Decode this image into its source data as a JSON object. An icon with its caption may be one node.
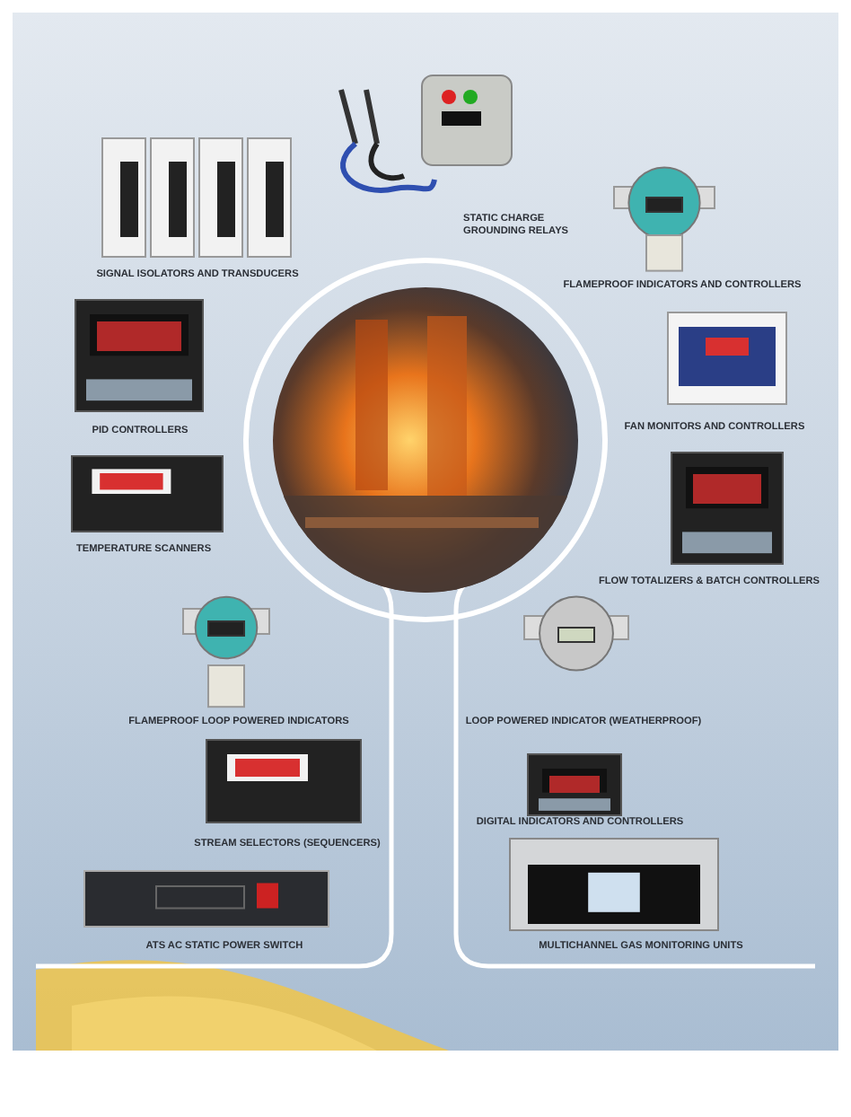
{
  "diagram": {
    "labels": [
      "STATIC CHARGE GROUNDING RELAYS",
      "SIGNAL ISOLATORS AND TRANSDUCERS",
      "FLAMEPROOF INDICATORS AND CONTROLLERS",
      "PID CONTROLLERS",
      "FAN MONITORS AND CONTROLLERS",
      "TEMPERATURE SCANNERS",
      "FLOW TOTALIZERS & BATCH CONTROLLERS",
      "FLAMEPROOF LOOP POWERED INDICATORS",
      "LOOP POWERED INDICATOR (WEATHERPROOF)",
      "DIGITAL INDICATORS AND CONTROLLERS",
      "STREAM SELECTORS (SEQUENCERS)",
      "MULTICHANNEL GAS MONITORING UNITS",
      "ATS AC STATIC POWER SWITCH"
    ]
  }
}
